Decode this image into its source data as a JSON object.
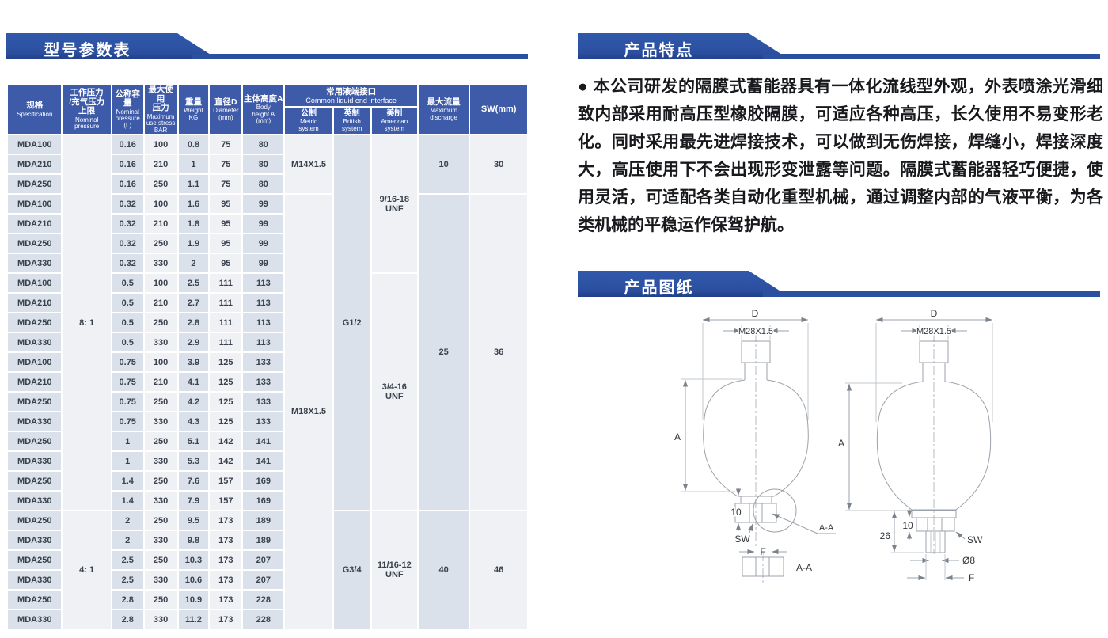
{
  "colors": {
    "banner_blue": "#2c50a0",
    "header_blue": "#3d5ba8",
    "cell_dark": "#dae1ea",
    "cell_light": "#eff1f5",
    "drawing_line_grey": "#9ba1aa"
  },
  "spec_table_section": {
    "title": "型号参数表"
  },
  "features_section": {
    "title": "产品特点",
    "body": "●  本公司研发的隔膜式蓄能器具有一体化流线型外观，外表喷涂光滑细致内部采用耐高压型橡胶隔膜，可适应各种高压，长久使用不易变形老化。同时采用最先进焊接技术，可以做到无伤焊接，焊缝小，焊接深度大，高压使用下不会出现形变泄露等问题。隔膜式蓄能器轻巧便捷，使用灵活，可适配各类自动化重型机械，通过调整内部的气液平衡，为各类机械的平稳运作保驾护航。"
  },
  "drawings_section": {
    "title": "产品图纸",
    "labels": {
      "dim_d": "D",
      "thread": "M28X1.5",
      "dim_a": "A",
      "dim_10": "10",
      "dim_26": "26",
      "sw": "SW",
      "section_ref": "A-A",
      "section_name": "A-A",
      "dim_f": "F",
      "dim_d8": "Ø8"
    }
  },
  "table": {
    "headers": {
      "spec_zh": "规格",
      "spec_en": "Specification",
      "pressure_zh": "工作压力\n/充气压力\n上限",
      "pressure_en": "Nominal\npressure",
      "volume_zh": "公称容量",
      "volume_en": "Nominal\npressure\n(L)",
      "maxstress_zh": "最大使用\n压力",
      "maxstress_en": "Maximum\nuse stress\nBAR",
      "weight_zh": "重量",
      "weight_en": "Weight\nKG",
      "diameter_zh": "直径D",
      "diameter_en": "Diameter\n(mm)",
      "height_zh": "主体高度A",
      "height_en": "Body\nheight A\n(mm)",
      "interface_zh": "常用液端接口",
      "interface_en": "Common liquid end interface",
      "metric_zh": "公制",
      "metric_en": "Metric\nsystem",
      "british_zh": "英制",
      "british_en": "British\nsystem",
      "american_zh": "美制",
      "american_en": "American\nsystem",
      "discharge_zh": "最大流量",
      "discharge_en": "Maximum\ndischarge",
      "sw": "SW(mm)"
    },
    "rows": [
      [
        "MDA100",
        "0.16",
        "100",
        "0.8",
        "75",
        "80"
      ],
      [
        "MDA210",
        "0.16",
        "210",
        "1",
        "75",
        "80"
      ],
      [
        "MDA250",
        "0.16",
        "250",
        "1.1",
        "75",
        "80"
      ],
      [
        "MDA100",
        "0.32",
        "100",
        "1.6",
        "95",
        "99"
      ],
      [
        "MDA210",
        "0.32",
        "210",
        "1.8",
        "95",
        "99"
      ],
      [
        "MDA250",
        "0.32",
        "250",
        "1.9",
        "95",
        "99"
      ],
      [
        "MDA330",
        "0.32",
        "330",
        "2",
        "95",
        "99"
      ],
      [
        "MDA100",
        "0.5",
        "100",
        "2.5",
        "111",
        "113"
      ],
      [
        "MDA210",
        "0.5",
        "210",
        "2.7",
        "111",
        "113"
      ],
      [
        "MDA250",
        "0.5",
        "250",
        "2.8",
        "111",
        "113"
      ],
      [
        "MDA330",
        "0.5",
        "330",
        "2.9",
        "111",
        "113"
      ],
      [
        "MDA100",
        "0.75",
        "100",
        "3.9",
        "125",
        "133"
      ],
      [
        "MDA210",
        "0.75",
        "210",
        "4.1",
        "125",
        "133"
      ],
      [
        "MDA250",
        "0.75",
        "250",
        "4.2",
        "125",
        "133"
      ],
      [
        "MDA330",
        "0.75",
        "330",
        "4.3",
        "125",
        "133"
      ],
      [
        "MDA250",
        "1",
        "250",
        "5.1",
        "142",
        "141"
      ],
      [
        "MDA330",
        "1",
        "330",
        "5.3",
        "142",
        "141"
      ],
      [
        "MDA250",
        "1.4",
        "250",
        "7.6",
        "157",
        "169"
      ],
      [
        "MDA330",
        "1.4",
        "330",
        "7.9",
        "157",
        "169"
      ],
      [
        "MDA250",
        "2",
        "250",
        "9.5",
        "173",
        "189"
      ],
      [
        "MDA330",
        "2",
        "330",
        "9.8",
        "173",
        "189"
      ],
      [
        "MDA250",
        "2.5",
        "250",
        "10.3",
        "173",
        "207"
      ],
      [
        "MDA330",
        "2.5",
        "330",
        "10.6",
        "173",
        "207"
      ],
      [
        "MDA250",
        "2.8",
        "250",
        "10.9",
        "173",
        "228"
      ],
      [
        "MDA330",
        "2.8",
        "330",
        "11.2",
        "173",
        "228"
      ]
    ],
    "merged": {
      "pressure": [
        {
          "start": 0,
          "span": 19,
          "label": "8: 1"
        },
        {
          "start": 19,
          "span": 6,
          "label": "4: 1"
        }
      ],
      "metric": [
        {
          "start": 0,
          "span": 3,
          "label": "M14X1.5"
        },
        {
          "start": 3,
          "span": 22,
          "label": "M18X1.5"
        }
      ],
      "british": [
        {
          "start": 0,
          "span": 19,
          "label": "G1/2"
        },
        {
          "start": 19,
          "span": 6,
          "label": "G3/4"
        }
      ],
      "american": [
        {
          "start": 0,
          "span": 7,
          "label": "9/16-18\nUNF"
        },
        {
          "start": 7,
          "span": 12,
          "label": "3/4-16\nUNF"
        },
        {
          "start": 19,
          "span": 6,
          "label": "11/16-12\nUNF"
        }
      ],
      "discharge": [
        {
          "start": 0,
          "span": 3,
          "label": "10"
        },
        {
          "start": 3,
          "span": 16,
          "label": "25"
        },
        {
          "start": 19,
          "span": 6,
          "label": "40"
        }
      ],
      "sw": [
        {
          "start": 0,
          "span": 3,
          "label": "30"
        },
        {
          "start": 3,
          "span": 16,
          "label": "36"
        },
        {
          "start": 19,
          "span": 6,
          "label": "46"
        }
      ]
    }
  }
}
